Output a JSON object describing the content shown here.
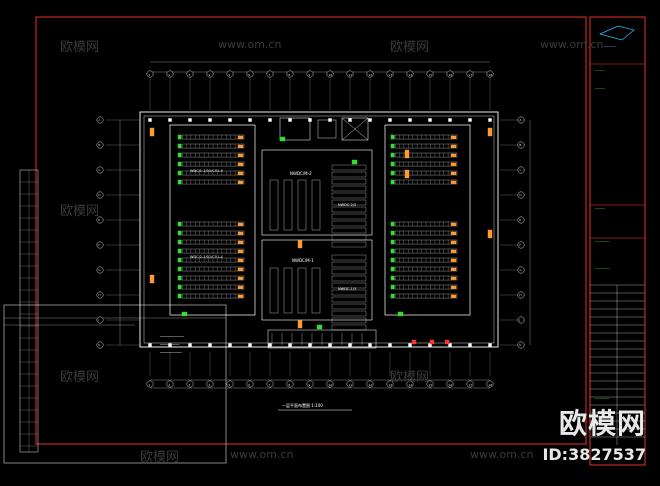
{
  "drawing": {
    "colors": {
      "frame": "#ff3333",
      "grid": "#d8d8d8",
      "wall": "#ffffff",
      "rack": "#cfcfcf",
      "green": "#33dd33",
      "orange": "#ff9933",
      "cyan": "#33bbff",
      "dim": "#888888"
    },
    "zones": [
      {
        "id": "z1",
        "label": "WDC/1-1/01/C01-4"
      },
      {
        "id": "z2",
        "label": "WDC/2-1/01/C01-4"
      },
      {
        "id": "z3",
        "label": "NWDC/M-2"
      },
      {
        "id": "z4",
        "label": "NWDC/M-1"
      },
      {
        "id": "z5",
        "label": "NWDC-2/3"
      },
      {
        "id": "z6",
        "label": "NWDC-1/3"
      }
    ],
    "axis_top": [
      "1",
      "2",
      "3",
      "4",
      "5",
      "6",
      "7",
      "8",
      "9",
      "10",
      "11",
      "12",
      "13",
      "14",
      "15",
      "16",
      "17",
      "18"
    ],
    "axis_left": [
      "A",
      "B",
      "C",
      "D",
      "E",
      "F",
      "G",
      "H",
      "J",
      "K"
    ],
    "plan_title": "一层平面布置图 1:100"
  },
  "watermarks": {
    "site_cn": "欧模网",
    "site_url": "www.om.cn",
    "brand": "欧模网",
    "id": "ID:3827537"
  }
}
